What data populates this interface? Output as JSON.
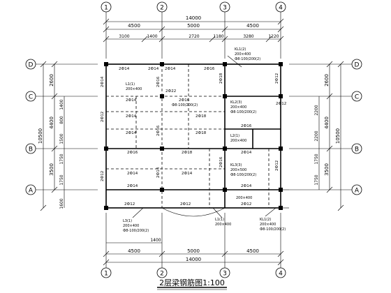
{
  "grid": {
    "columns": [
      "1",
      "2",
      "3",
      "4"
    ],
    "rows": [
      "D",
      "C",
      "B",
      "A"
    ]
  },
  "dimensions": {
    "total_width": "14000",
    "top_spans": [
      "4500",
      "5000",
      "4500"
    ],
    "top_sub": [
      "3100",
      "1400",
      "2720",
      "1180",
      "3280",
      "1220"
    ],
    "bottom_spans": [
      "4500",
      "5000",
      "4500"
    ],
    "bottom_sub": [
      "1400"
    ],
    "left_total": "10500",
    "left_spans": [
      "2600",
      "4400",
      "3500"
    ],
    "left_sub": [
      "1400",
      "800",
      "1500",
      "1750",
      "1750",
      "1600"
    ],
    "right_total": "10500",
    "right_spans": [
      "2600",
      "4400",
      "3500"
    ],
    "right_sub": [
      "2200",
      "2200",
      "1750",
      "1750"
    ]
  },
  "annotations": {
    "rebar": [
      "2Ф14",
      "2Ф12",
      "2Ф16",
      "2Ф18",
      "2Ф22"
    ],
    "beam_200x400": "200×400",
    "beam_200x500": "200×500",
    "stirrup": "Ф8-100/200(2)",
    "beam_ids": [
      "KL1(2)",
      "KL2(3)",
      "KL3(3)",
      "L1(1)",
      "L2(1)",
      "L3(1)"
    ]
  },
  "title": "2层梁钢筋图1:100"
}
